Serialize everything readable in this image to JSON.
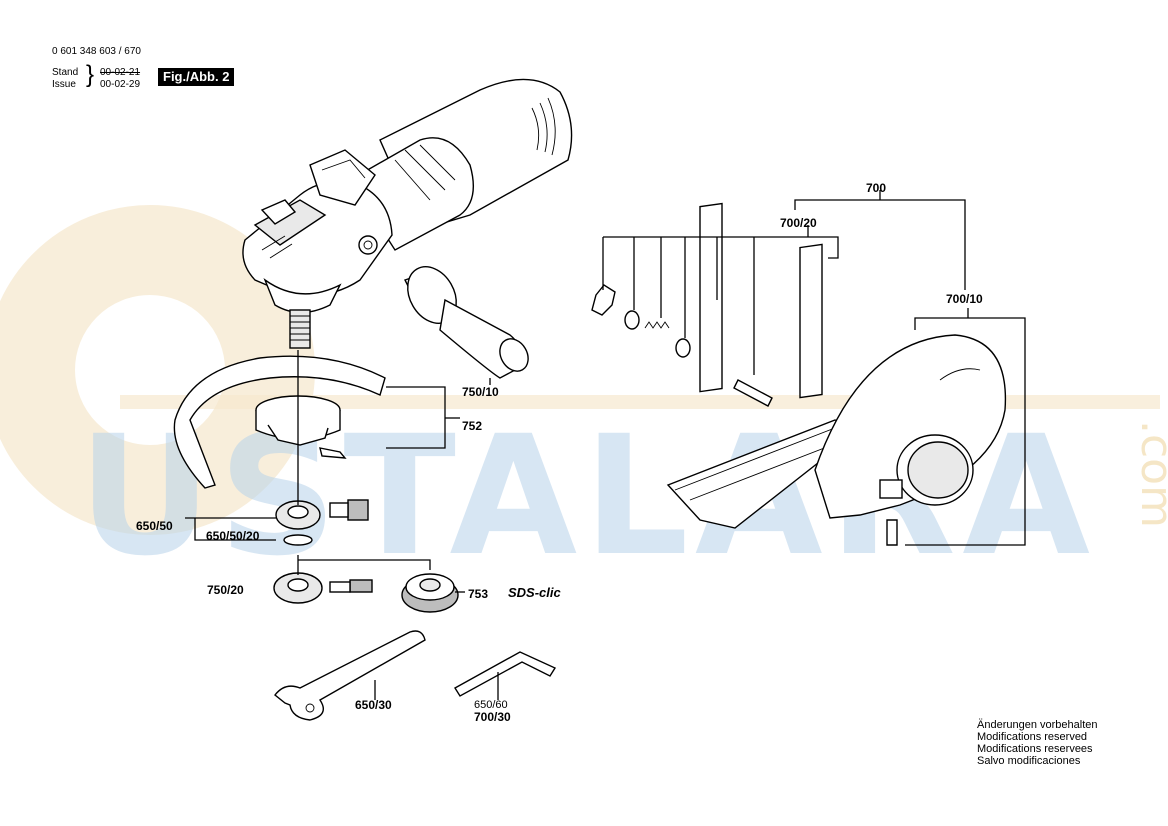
{
  "header": {
    "part_number": "0 601 348 603 / 670",
    "stand_label": "Stand",
    "issue_label": "Issue",
    "stand_date": "00-02-21",
    "issue_date": "00-02-29",
    "figure": "Fig./Abb. 2"
  },
  "watermark": {
    "text": "USTALARA",
    "suffix": ".com"
  },
  "labels": {
    "p700": "700",
    "p700_20": "700/20",
    "p700_10": "700/10",
    "p750_10": "750/10",
    "p752": "752",
    "p650_50": "650/50",
    "p650_50_20": "650/50/20",
    "p750_20": "750/20",
    "p753": "753",
    "sds": "SDS-clic",
    "p650_30": "650/30",
    "p650_60": "650/60",
    "p700_30": "700/30"
  },
  "notes": [
    "Änderungen vorbehalten",
    "Modifications reserved",
    "Modifications reservees",
    "Salvo modificaciones"
  ]
}
